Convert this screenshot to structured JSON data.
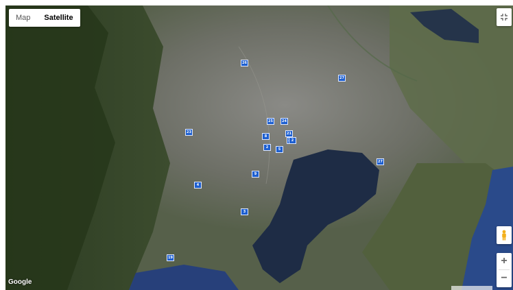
{
  "map": {
    "type_buttons": [
      {
        "label": "Map",
        "active": false
      },
      {
        "label": "Satellite",
        "active": true
      }
    ],
    "attribution": "Google",
    "zoom_in_label": "+",
    "zoom_out_label": "−",
    "icons": {
      "fullscreen": "fullscreen-icon",
      "street_view": "pegman-icon"
    },
    "colors": {
      "water": "#1e2c45",
      "marker": "#1d5fd0"
    }
  },
  "markers": [
    {
      "label": "26"
    },
    {
      "label": "27"
    },
    {
      "label": "25"
    },
    {
      "label": "24"
    },
    {
      "label": "23"
    },
    {
      "label": "21"
    },
    {
      "label": "8"
    },
    {
      "label": "22"
    },
    {
      "label": "2"
    },
    {
      "label": "5"
    },
    {
      "label": "9"
    },
    {
      "label": "2"
    },
    {
      "label": "4"
    },
    {
      "label": "3"
    },
    {
      "label": "19"
    },
    {
      "label": "27"
    }
  ]
}
